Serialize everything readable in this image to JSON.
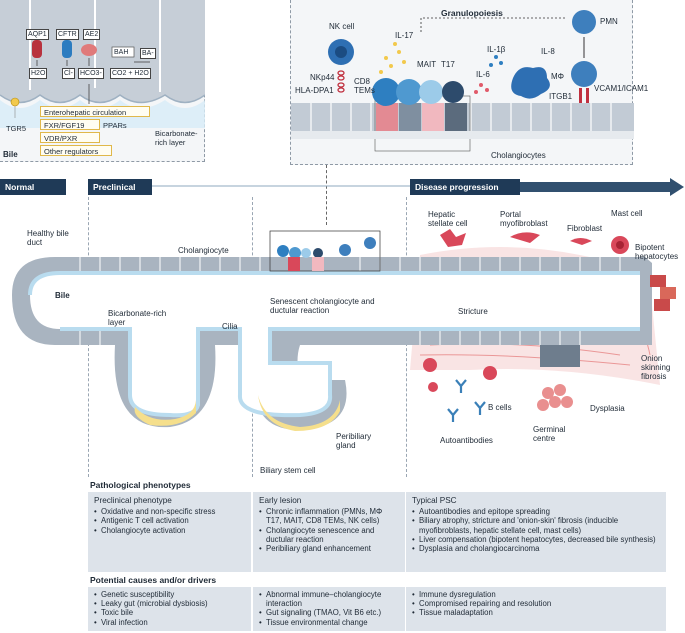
{
  "inset_left": {
    "channels": [
      "AQP1",
      "CFTR",
      "AE2",
      "BAH"
    ],
    "ions": [
      "H2O",
      "Cl-",
      "HCO3-",
      "BA-",
      "CO2 + H2O"
    ],
    "receptor": "TGR5",
    "regulators_title": "Enterohepatic circulation",
    "regulators": [
      "FXR/FGF19",
      "PPARs",
      "VDR/PXR",
      "Other regulators"
    ],
    "lumen_label": "Bile",
    "layer_label": "Bicarbonate-rich layer"
  },
  "inset_right": {
    "title": "Granulopoiesis",
    "cells": [
      "NK cell",
      "MAIT",
      "T17",
      "PMN",
      "MΦ"
    ],
    "cytokines": [
      "IL-17",
      "IL-1β",
      "IL-6",
      "IL-8"
    ],
    "molecules": [
      "NKp44",
      "HLA-DPA1",
      "CD8 TEMs",
      "ITGB1",
      "VCAM1/ICAM1"
    ],
    "epithelium_label": "Cholangiocytes"
  },
  "stages": {
    "normal": "Normal",
    "preclinical": "Preclinical",
    "progression": "Disease progression"
  },
  "duct_labels": {
    "healthy": "Healthy bile duct",
    "cholangiocyte": "Cholangiocyte",
    "bile": "Bile",
    "bicarb": "Bicarbonate-rich layer",
    "cilia": "Cilia",
    "senescent": "Senescent cholangiocyte and ductular reaction",
    "peribiliary": "Peribiliary gland",
    "stem": "Biliary stem cell",
    "hepatic_stellate": "Hepatic stellate cell",
    "portal_myo": "Portal myofibroblast",
    "fibroblast": "Fibroblast",
    "mast": "Mast cell",
    "bipotent": "Bipotent hepatocytes",
    "stricture": "Stricture",
    "onion": "Onion skinning fibrosis",
    "bcells": "B cells",
    "germinal": "Germinal centre",
    "autoantibodies": "Autoantibodies",
    "dysplasia": "Dysplasia"
  },
  "pathological": {
    "heading": "Pathological phenotypes",
    "columns": [
      {
        "title": "Preclinical phenotype",
        "items": [
          "Oxidative and non-specific stress",
          "Antigenic T cell activation",
          "Cholangiocyte activation"
        ]
      },
      {
        "title": "Early lesion",
        "items": [
          "Chronic inflammation (PMNs, MΦ T17, MAIT, CD8 TEMs, NK cells)",
          "Cholangiocyte senescence and ductular reaction",
          "Peribiliary gland enhancement"
        ]
      },
      {
        "title": "Typical PSC",
        "items": [
          "Autoantibodies and epitope spreading",
          "Biliary atrophy, stricture and 'onion-skin' fibrosis (inducible myofibroblasts, hepatic stellate cell, mast cells)",
          "Liver compensation (bipotent hepatocytes, decreased bile synthesis)",
          "Dysplasia and cholangiocarcinoma"
        ]
      }
    ]
  },
  "causes": {
    "heading": "Potential causes and/or drivers",
    "columns": [
      {
        "items": [
          "Genetic susceptibility",
          "Leaky gut (microbial dysbiosis)",
          "Toxic bile",
          "Viral infection"
        ]
      },
      {
        "items": [
          "Abnormal immune–cholangiocyte interaction",
          "Gut signaling (TMAO, Vit B6 etc.)",
          "Tissue environmental change"
        ]
      },
      {
        "items": [
          "Immune dysregulation",
          "Compromised repairing and resolution",
          "Tissue maladaptation"
        ]
      }
    ]
  },
  "colors": {
    "stage_tab": "#1f3a57",
    "panel": "#dde3ea",
    "cell_grey": "#8e9aa8",
    "bicarb": "#b9dcef",
    "stem_yellow": "#f5df8c",
    "blue_cell": "#2e7fc1",
    "red_cell": "#d9485a",
    "fibrosis": "#e98f8f"
  }
}
